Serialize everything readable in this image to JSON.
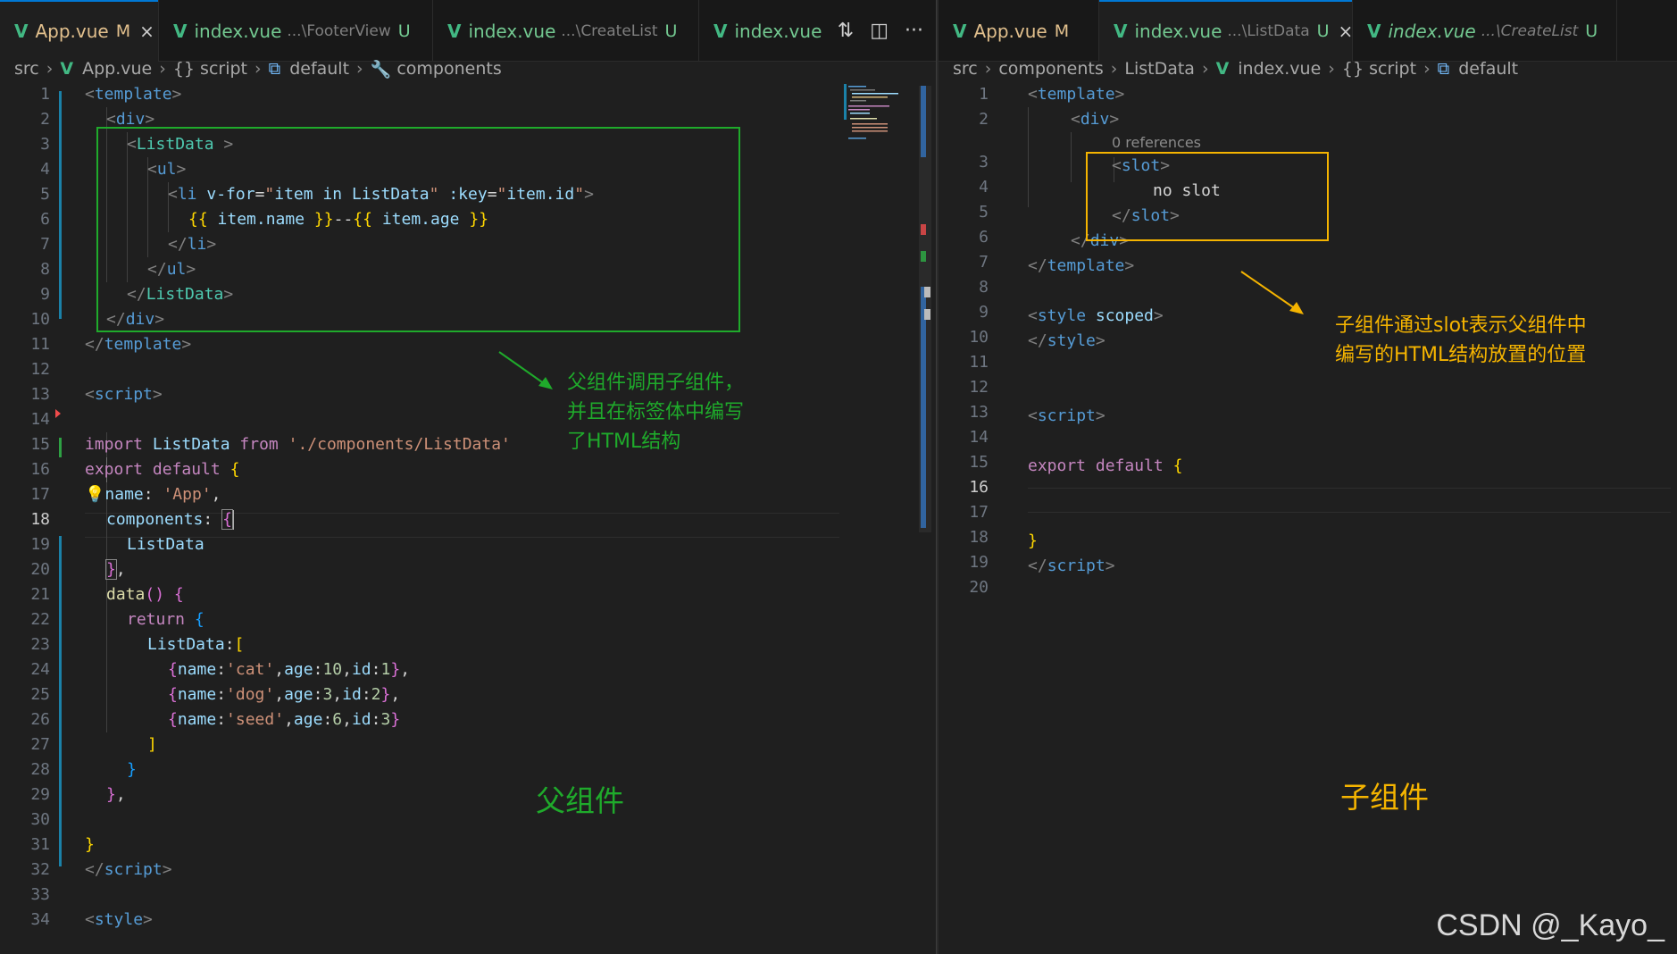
{
  "left": {
    "tabs": [
      {
        "name": "App.vue",
        "path": "",
        "badge": "M",
        "close": "×"
      },
      {
        "name": "index.vue",
        "path": "...\\FooterView",
        "badge": "U",
        "close": ""
      },
      {
        "name": "index.vue",
        "path": "...\\CreateList",
        "badge": "U",
        "close": ""
      },
      {
        "name": "index.vue",
        "path": "",
        "badge": "",
        "close": ""
      }
    ],
    "actions": [
      "⇅",
      "◫",
      "···"
    ],
    "breadcrumb": [
      "src",
      "App.vue",
      "{} script",
      "default",
      "components"
    ],
    "line_numbers": [
      "1",
      "2",
      "3",
      "4",
      "5",
      "6",
      "7",
      "8",
      "9",
      "10",
      "11",
      "12",
      "13",
      "14",
      "15",
      "16",
      "17",
      "18",
      "19",
      "20",
      "21",
      "22",
      "23",
      "24",
      "25",
      "26",
      "27",
      "28",
      "29",
      "30",
      "31",
      "32",
      "33",
      "34"
    ],
    "annotation_text": "父组件调用子组件，\n并且在标签体中编写\n了HTML结构",
    "annotation_big": "父组件"
  },
  "right": {
    "tabs": [
      {
        "name": "App.vue",
        "path": "",
        "badge": "M",
        "close": ""
      },
      {
        "name": "index.vue",
        "path": "...\\ListData",
        "badge": "U",
        "close": "×"
      },
      {
        "name": "index.vue",
        "path": "...\\CreateList",
        "badge": "U",
        "close": ""
      }
    ],
    "breadcrumb": [
      "src",
      "components",
      "ListData",
      "index.vue",
      "{} script",
      "default"
    ],
    "line_numbers": [
      "1",
      "2",
      "3",
      "4",
      "5",
      "6",
      "7",
      "8",
      "9",
      "10",
      "11",
      "12",
      "13",
      "14",
      "15",
      "16",
      "17",
      "18",
      "19",
      "20"
    ],
    "references_hint": "0 references",
    "annotation_text": "子组件通过slot表示父组件中\n编写的HTML结构放置的位置",
    "annotation_big": "子组件"
  },
  "code": {
    "l1": "template",
    "l2": "div",
    "l3": "ListData",
    "l4": "ul",
    "l5_tag": "li",
    "l5_a1": "v-for",
    "l5_v1": "item in ListData",
    "l5_a2": ":key",
    "l5_v2": "item.id",
    "l6_a": "item.name",
    "l6_sep": "--",
    "l6_b": "item.age",
    "l7": "li",
    "l8": "ul",
    "l9": "ListData",
    "l10": "div",
    "l11": "template",
    "l13": "script",
    "l15_import": "import",
    "l15_name": "ListData",
    "l15_from": "from",
    "l15_path": "'./components/ListData'",
    "l16_export": "export",
    "l16_default": "default",
    "l17_prop": "name",
    "l17_val": "'App'",
    "l18_prop": "components",
    "l19": "ListData",
    "l21_fn": "data",
    "l22_ret": "return",
    "l23_prop": "ListData",
    "rows": [
      {
        "name": "'cat'",
        "age": "10",
        "id": "1"
      },
      {
        "name": "'dog'",
        "age": "3",
        "id": "2"
      },
      {
        "name": "'seed'",
        "age": "6",
        "id": "3"
      }
    ],
    "l32": "script",
    "l34": "style",
    "r1": "template",
    "r2": "div",
    "r3": "slot",
    "r4": "no slot",
    "r5": "slot",
    "r6": "div",
    "r7": "template",
    "r9_tag": "style",
    "r9_attr": "scoped",
    "r10": "style",
    "r13": "script",
    "r15_export": "export",
    "r15_default": "default",
    "r19": "script"
  },
  "watermark": "CSDN @_Kayo_",
  "colors": {
    "accent": "#0078d4",
    "vue": "#42b883",
    "green_annotation": "#1faa2b",
    "yellow_annotation": "#f5b400"
  }
}
